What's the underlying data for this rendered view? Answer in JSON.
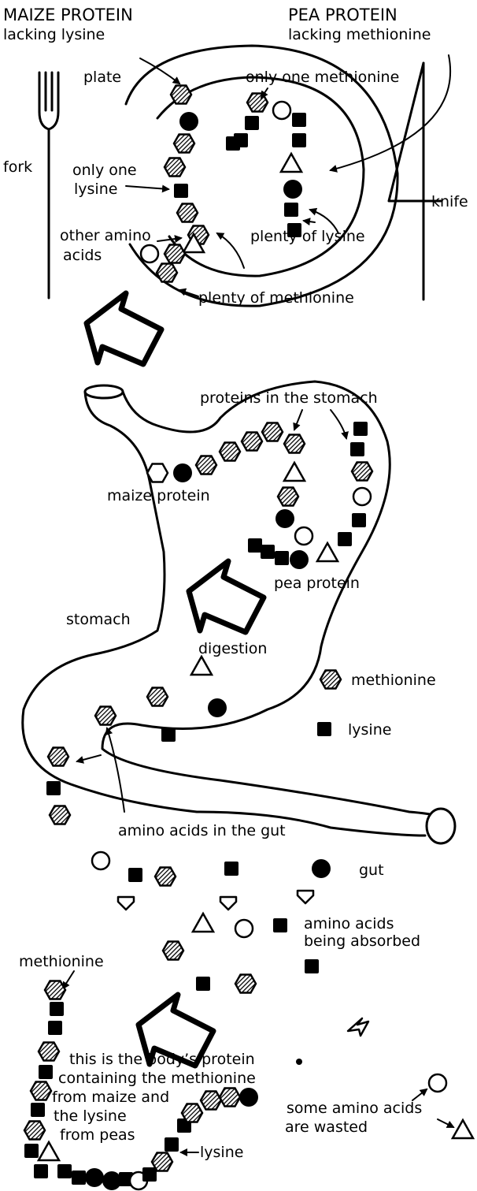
{
  "plate": {
    "maize_protein_title": "MAIZE PROTEIN",
    "maize_protein_sub": "lacking lysine",
    "pea_protein_title": "PEA PROTEIN",
    "pea_protein_sub": "lacking methionine",
    "plate_label": "plate",
    "fork_label": "fork",
    "knife_label": "knife",
    "only_one_methionine": "only one methionine",
    "only_one_lysine_1": "only one",
    "only_one_lysine_2": "lysine",
    "other_amino_1": "other amino",
    "other_amino_2": "acids",
    "plenty_lysine": "plenty of lysine",
    "plenty_methionine": "plenty of methionine"
  },
  "stomach": {
    "proteins_in_stomach": "proteins in the stomach",
    "maize_protein": "maize protein",
    "pea_protein": "pea protein",
    "stomach_label": "stomach",
    "digestion": "digestion"
  },
  "legend": {
    "methionine": "methionine",
    "lysine": "lysine"
  },
  "gut": {
    "amino_acids_in_gut": "amino acids in  the gut",
    "gut_label": "gut",
    "absorbed_1": "amino acids",
    "absorbed_2": "being absorbed"
  },
  "body": {
    "methionine": "methionine",
    "body_1": "this is the body’s protein",
    "body_2": "containing the methionine",
    "body_3": "from maize and",
    "body_4": "the lysine",
    "body_5": "from peas",
    "lysine": "lysine",
    "wasted_1": "some amino acids",
    "wasted_2": "are wasted"
  }
}
